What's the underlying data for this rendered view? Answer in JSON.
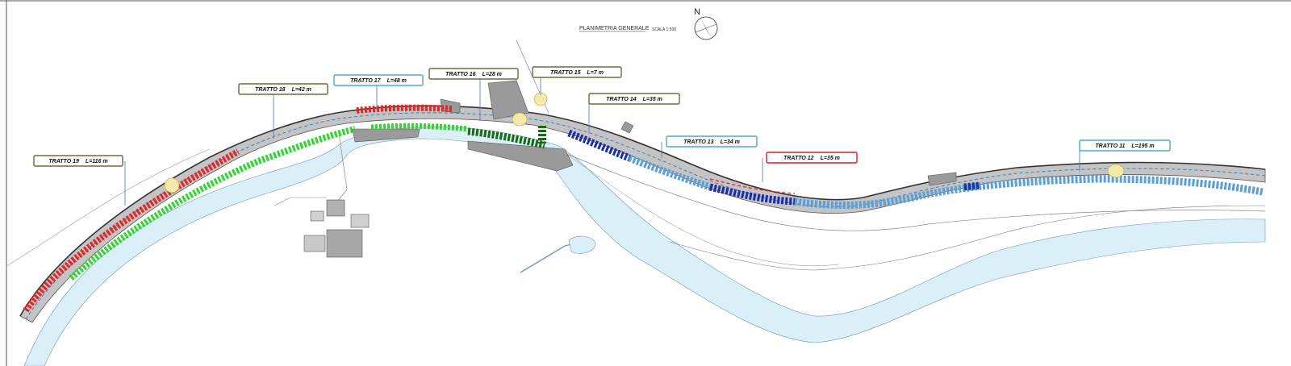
{
  "title": "PLANIMETRIA GENERALE",
  "scale": "SCALA 1:500",
  "north_label": "N",
  "colors": {
    "river": "#dbeff8",
    "road": "#c4c4c4",
    "red_segment": "#e02828",
    "green_segment": "#35d435",
    "dark_green_segment": "#146b14",
    "blue_segment": "#5b9fd6",
    "dark_blue_segment": "#1a2fa8",
    "building": "#9a9a9a"
  },
  "tratti": [
    {
      "name": "TRATTO 19",
      "length": "L=116 m",
      "border": "#6b6b3a"
    },
    {
      "name": "TRATTO 18",
      "length": "L=42 m",
      "border": "#6b6b3a"
    },
    {
      "name": "TRATTO 17",
      "length": "L=48 m",
      "border": "#4aa8c8"
    },
    {
      "name": "TRATTO 16",
      "length": "L=28 m",
      "border": "#6b6b3a"
    },
    {
      "name": "TRATTO 15",
      "length": "L=7 m",
      "border": "#6b6b3a"
    },
    {
      "name": "TRATTO 14",
      "length": "L=35 m",
      "border": "#6b6b3a"
    },
    {
      "name": "TRATTO 13",
      "length": "L=34 m",
      "border": "#4aa8c8"
    },
    {
      "name": "TRATTO 12",
      "length": "L=35 m",
      "border": "#d02020"
    },
    {
      "name": "TRATTO 11",
      "length": "L=195 m",
      "border": "#4aa8c8"
    }
  ]
}
